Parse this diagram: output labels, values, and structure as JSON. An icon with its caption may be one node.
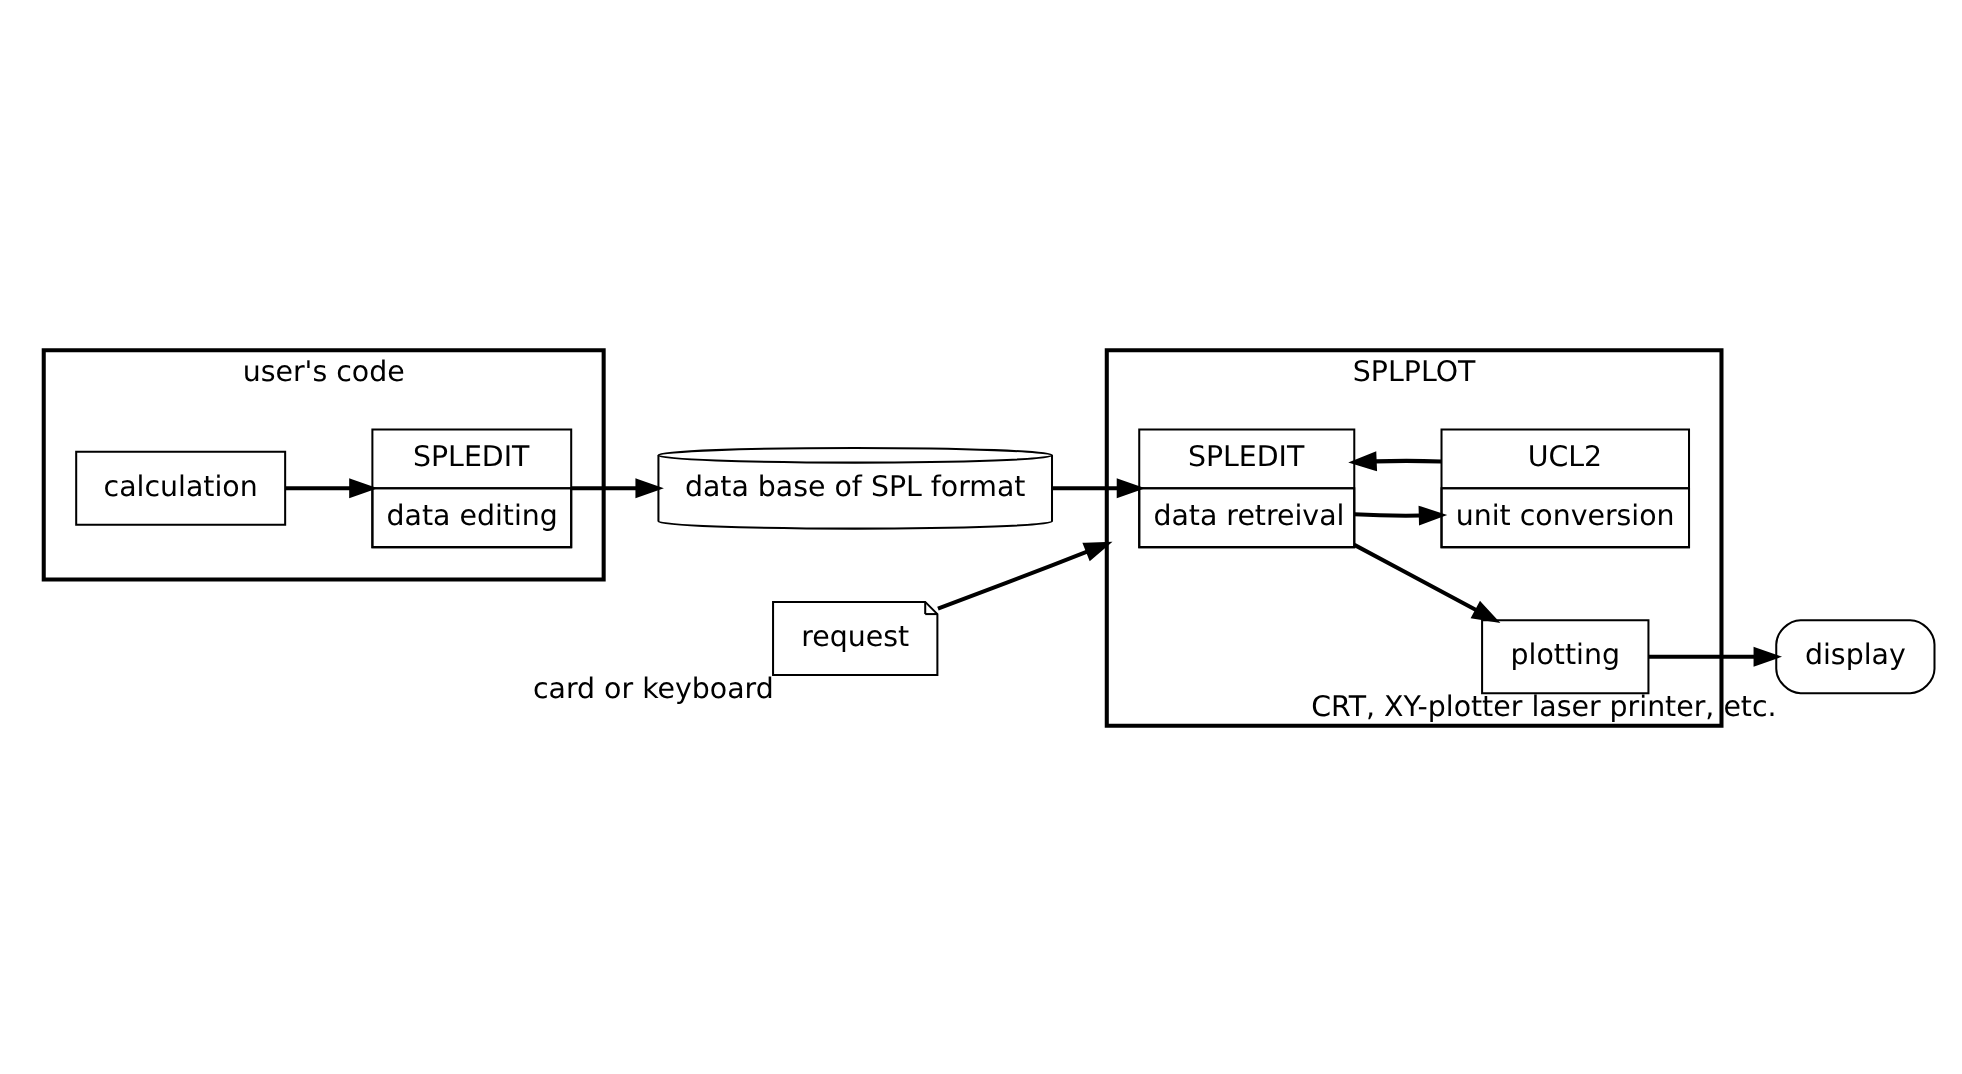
{
  "diagram": {
    "nodes": [
      {
        "text": [
          "user's code"
        ]
      },
      {
        "text": [
          "calculation"
        ],
        "in": 0
      },
      {
        "text": [
          "SPLEDIT",
          "data editing"
        ],
        "in": 0
      },
      {
        "text": [
          "data base of SPL format"
        ]
      },
      {
        "text": [
          "SPLPLOT"
        ]
      },
      {
        "text": [
          "SPLEDIT",
          "data retreival"
        ],
        "in": 4
      },
      {
        "text": [
          "plotting"
        ],
        "in": 4
      },
      {
        "text": [
          "UCL2",
          "unit conversion"
        ],
        "in": 4
      },
      {
        "text": [
          "request"
        ],
        "beside": [
          "card or keyboard"
        ]
      },
      {
        "text": [
          "display"
        ],
        "beside": [
          "CRT, XY-plotter laser printer, etc."
        ]
      }
    ],
    "edges": [
      {
        "from": 1,
        "to": 2,
        "arrow": "to"
      },
      {
        "from": 2,
        "to": 3,
        "arrow": "to"
      },
      {
        "from": 3,
        "to": 5,
        "arrow": "to"
      },
      {
        "from": 5,
        "to": 6,
        "arrow": "to"
      },
      {
        "from": 5,
        "to": 7,
        "arrow": "to"
      },
      {
        "from": 7,
        "to": 5,
        "arrow": "to"
      },
      {
        "from": 8,
        "to": 4,
        "arrow": "to"
      },
      {
        "from": 6,
        "to": 9,
        "arrow": "to"
      }
    ]
  }
}
